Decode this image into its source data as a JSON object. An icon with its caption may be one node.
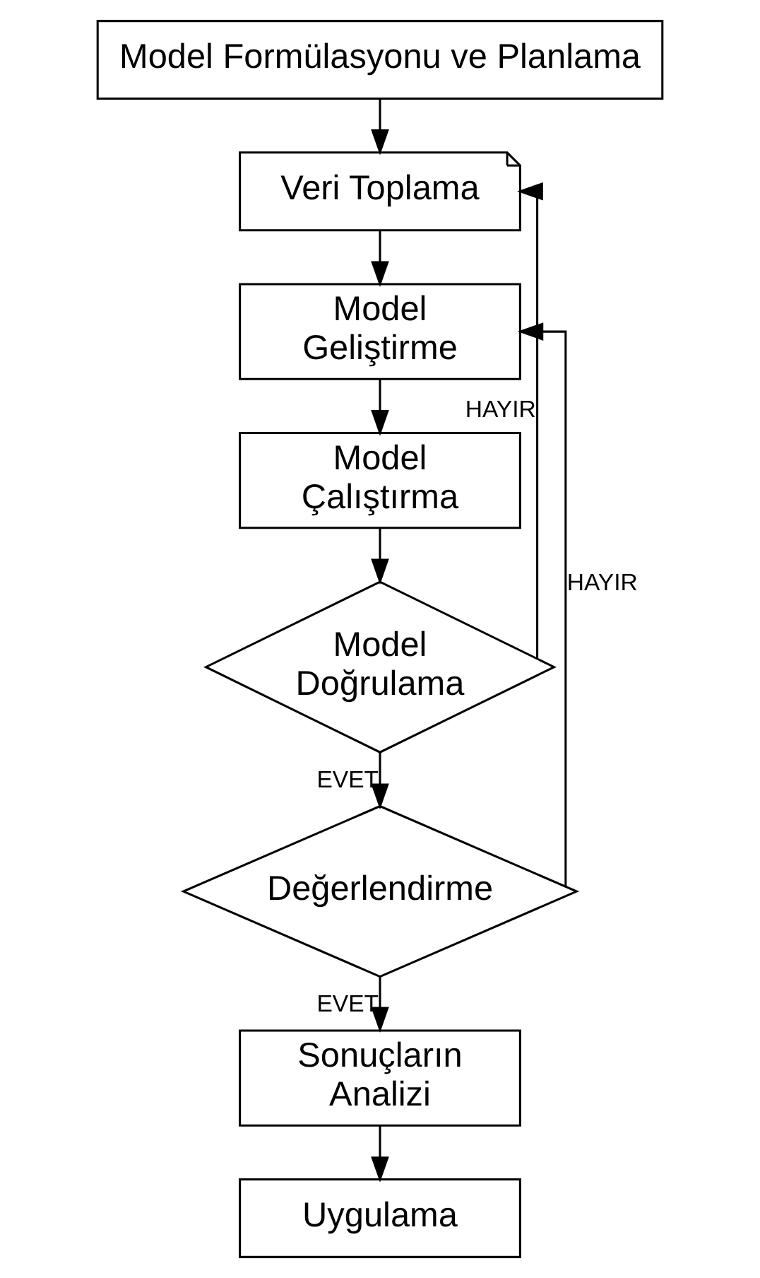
{
  "diagram": {
    "nodes": [
      {
        "text": [
          "Model Formülasyonu ve Planlama"
        ]
      },
      {
        "text": [
          "Veri Toplama"
        ]
      },
      {
        "text": [
          "Model Geliştirme"
        ]
      },
      {
        "text": [
          "Model Çalıştırma"
        ]
      },
      {
        "text": [
          "Model Doğrulama"
        ]
      },
      {
        "text": [
          "Değerlendirme"
        ]
      },
      {
        "text": [
          "Sonuçların Analizi"
        ]
      },
      {
        "text": [
          "Uygulama"
        ]
      }
    ],
    "edges": [
      {
        "from": 0,
        "to": 1,
        "arrow": "to"
      },
      {
        "from": 1,
        "to": 2,
        "arrow": "to"
      },
      {
        "from": 2,
        "to": 3,
        "arrow": "to"
      },
      {
        "from": 3,
        "to": 4,
        "arrow": "to"
      },
      {
        "from": 4,
        "to": 1,
        "arrow": "to",
        "label": "HAYIR"
      },
      {
        "from": 4,
        "to": 5,
        "arrow": "to",
        "label": "EVET"
      },
      {
        "from": 5,
        "to": 2,
        "arrow": "to",
        "label": "HAYIR"
      },
      {
        "from": 5,
        "to": 6,
        "arrow": "to",
        "label": "EVET"
      },
      {
        "from": 6,
        "to": 7,
        "arrow": "to"
      }
    ]
  }
}
